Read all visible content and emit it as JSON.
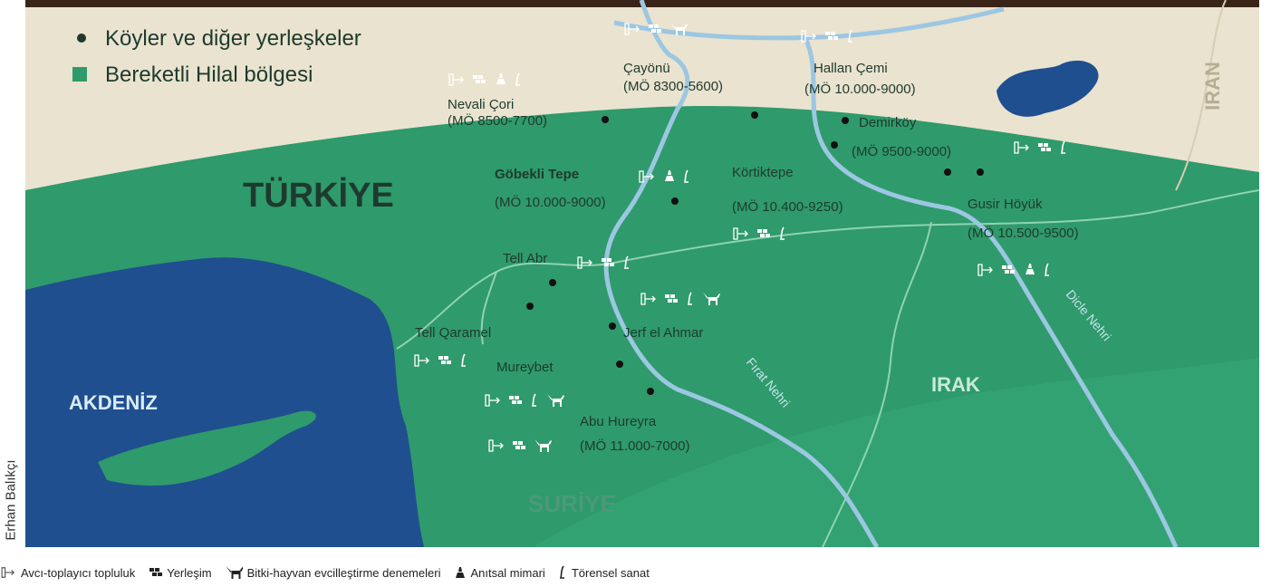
{
  "colors": {
    "sea": "#1f4f8f",
    "land": "#2f9a6b",
    "background_land": "#eae3cf",
    "river": "#9cc7e2",
    "border": "#8fd3b2",
    "top_bar": "#3a2418",
    "label_dark": "#1e3a2e",
    "label_light": "#d9ecf5"
  },
  "legend": {
    "settlement_label": "Köyler ve diğer yerleşkeler",
    "fertile_crescent_label": "Bereketli Hilal bölgesi"
  },
  "countries": {
    "turkey": "TÜRKİYE",
    "syria": "SURİYE",
    "iraq": "IRAK",
    "iran": "IRAN",
    "sea": "AKDENİZ"
  },
  "rivers": {
    "euphrates": "Fırat Nehri",
    "tigris": "Dicle Nehri"
  },
  "sites": [
    {
      "name": "Nevali Çori",
      "dates": "(MÖ 8500-7700)",
      "icons": [
        "hunter",
        "settlement",
        "architecture",
        "art"
      ]
    },
    {
      "name": "Çayönü",
      "dates": "(MÖ 8300-5600)",
      "icons": [
        "hunter",
        "settlement",
        "domestication"
      ]
    },
    {
      "name": "Hallan Çemi",
      "dates": "(MÖ 10.000-9000)",
      "icons": [
        "hunter",
        "settlement",
        "art"
      ]
    },
    {
      "name": "Körtiktepe",
      "dates": "(MÖ 10.400-9250)",
      "icons": [
        "hunter",
        "settlement",
        "art"
      ]
    },
    {
      "name": "Göbekli Tepe",
      "dates": "(MÖ 10.000-9000)",
      "icons": [
        "hunter",
        "architecture",
        "art"
      ]
    },
    {
      "name": "Demirköy",
      "dates": "(MÖ 9500-9000)",
      "icons": [
        "hunter",
        "settlement",
        "art"
      ]
    },
    {
      "name": "Gusir Höyük",
      "dates": "(MÖ 10.500-9500)",
      "icons": [
        "hunter",
        "settlement",
        "architecture",
        "art"
      ]
    },
    {
      "name": "Tell Abr",
      "dates": "",
      "icons": [
        "hunter",
        "settlement",
        "art"
      ]
    },
    {
      "name": "Tell Qaramel",
      "dates": "",
      "icons": [
        "hunter",
        "settlement",
        "art"
      ]
    },
    {
      "name": "Jerf el Ahmar",
      "dates": "",
      "icons": [
        "hunter",
        "settlement",
        "art",
        "domestication"
      ]
    },
    {
      "name": "Mureybet",
      "dates": "",
      "icons": [
        "hunter",
        "settlement",
        "art",
        "domestication"
      ]
    },
    {
      "name": "Abu Hureyra",
      "dates": "(MÖ 11.000-7000)",
      "icons": [
        "hunter",
        "settlement",
        "domestication"
      ]
    }
  ],
  "credit": "Erhan Balıkçı",
  "key": [
    {
      "icon": "hunter",
      "label": "Avcı-toplayıcı topluluk"
    },
    {
      "icon": "settlement",
      "label": "Yerleşim"
    },
    {
      "icon": "domestication",
      "label": "Bitki-hayvan evcilleştirme denemeleri"
    },
    {
      "icon": "architecture",
      "label": "Anıtsal mimari"
    },
    {
      "icon": "art",
      "label": "Törensel sanat"
    }
  ]
}
